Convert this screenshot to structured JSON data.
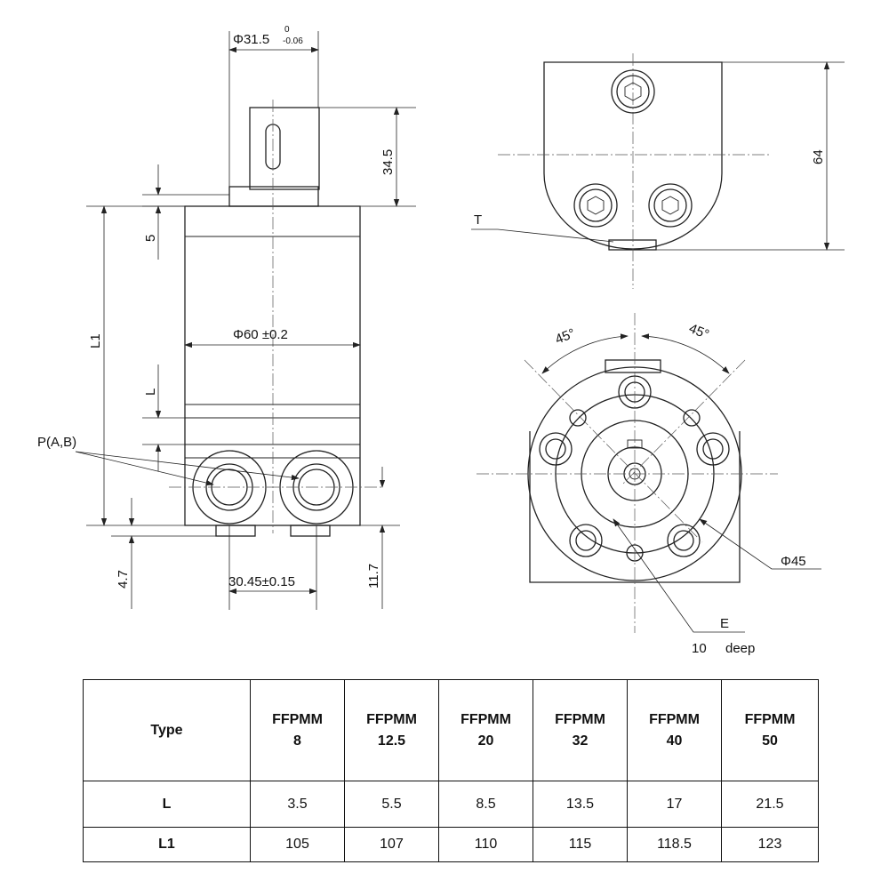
{
  "drawing": {
    "labels": {
      "shaft_diameter": "Φ31.5",
      "shaft_tol_upper": "0",
      "shaft_tol_lower": "-0.06",
      "shaft_length": "34.5",
      "flange_thickness": "5",
      "body_length": "L1",
      "body_diameter": "Φ60 ±0.2",
      "section_length": "L",
      "ports": "P(A,B)",
      "bottom_offset": "4.7",
      "port_spacing": "30.45±0.15",
      "port_height": "11.7",
      "top_height": "64",
      "drain_port": "T",
      "angle_left": "45°",
      "angle_right": "45°",
      "pitch_diameter": "Φ45",
      "thread": "E",
      "thread_depth_value": "10",
      "thread_depth_unit": "deep"
    }
  },
  "table": {
    "header": [
      "Type",
      "FFPMM\n8",
      "FFPMM\n12.5",
      "FFPMM\n20",
      "FFPMM\n32",
      "FFPMM\n40",
      "FFPMM\n50"
    ],
    "rows": [
      {
        "label": "L",
        "values": [
          "3.5",
          "5.5",
          "8.5",
          "13.5",
          "17",
          "21.5"
        ]
      },
      {
        "label": "L1",
        "values": [
          "105",
          "107",
          "110",
          "115",
          "118.5",
          "123"
        ]
      }
    ]
  }
}
